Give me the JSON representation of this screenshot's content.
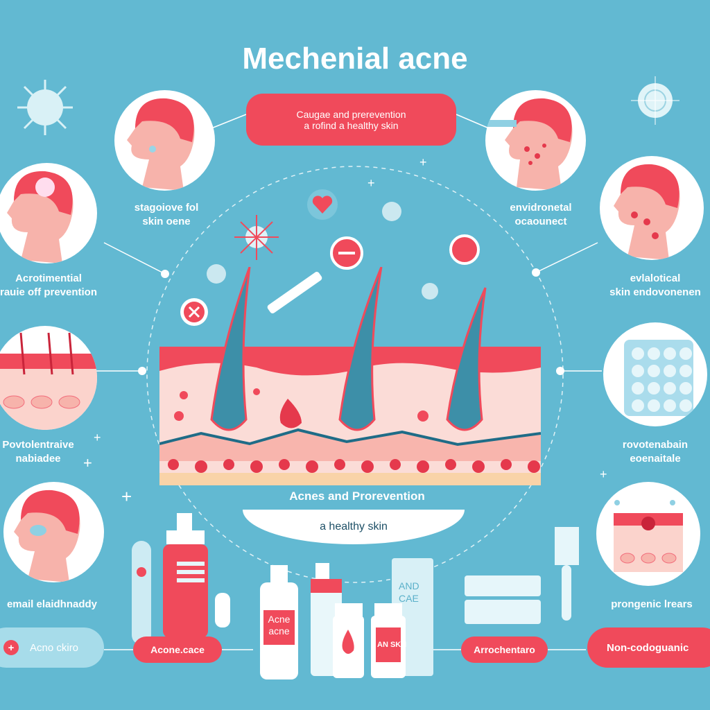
{
  "title": "Mechenial acne",
  "banner": {
    "line1": "Caugae and prerevention",
    "line2": "a rofind a healthy skin"
  },
  "labels": {
    "top_left": [
      "stagoiove fol",
      "skin oene"
    ],
    "top_right": [
      "envidronetal",
      "ocaounect"
    ],
    "left_1": [
      "Acrotimential",
      "rauie off prevention"
    ],
    "left_2": [
      "Povtolentraive",
      "nabiadee"
    ],
    "left_3": [
      "email elaidhnaddy"
    ],
    "right_1": [
      "evlalotical",
      "skin endovonenen"
    ],
    "right_2": [
      "rovotenabain",
      "eoenaitale"
    ],
    "right_3": [
      "prongenic lrears"
    ]
  },
  "center": {
    "caption": "Acnes   and Prorevention",
    "arc_text": "a healthy skin"
  },
  "products": {
    "bottle_label": [
      "Acne",
      "acne"
    ],
    "tube_label": [
      "AND",
      "CAE"
    ],
    "jar_label": "AN SKN"
  },
  "bottom_pills": [
    {
      "label": "Acno ckiro",
      "icon": "plus-icon"
    },
    {
      "label": "Acone.cace"
    },
    {
      "label": "Arrochentaro"
    },
    {
      "label": "Non-codoguanic"
    }
  ],
  "colors": {
    "background": "#62b9d2",
    "accent": "#f04a5b",
    "skin": "#f9c2bd"
  }
}
